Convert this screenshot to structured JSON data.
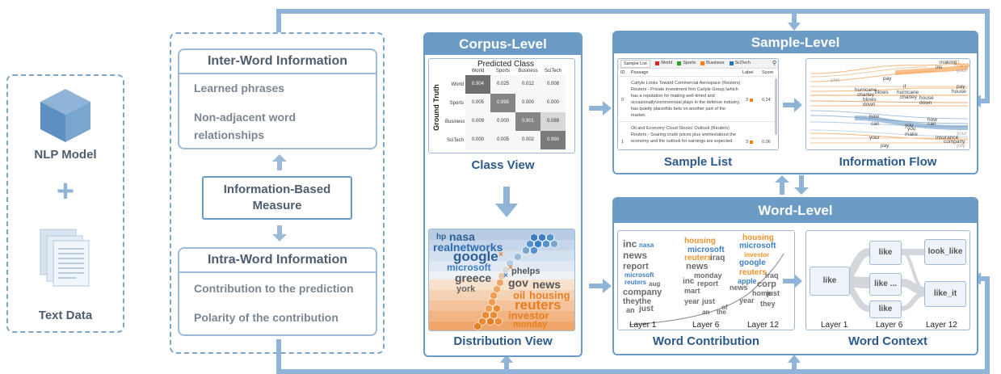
{
  "left": {
    "nlp_model_label": "NLP Model",
    "text_data_label": "Text Data",
    "plus": "+"
  },
  "measures": {
    "inter": {
      "title": "Inter-Word Information",
      "items": [
        "Learned phrases",
        "Non-adjacent word relationships"
      ]
    },
    "center": "Information-Based Measure",
    "intra": {
      "title": "Intra-Word Information",
      "items": [
        "Contribution to the prediction",
        "Polarity of the contribution"
      ]
    }
  },
  "corpus": {
    "title": "Corpus-Level",
    "class_view": {
      "caption": "Class View",
      "chart_title": "Predicted Class",
      "ylabel": "Ground Truth",
      "columns": [
        "World",
        "Sports",
        "Business",
        "SciTech"
      ],
      "rows": [
        {
          "label": "World",
          "values": [
            "0.904",
            "0.025",
            "0.012",
            "0.008"
          ]
        },
        {
          "label": "Sports",
          "values": [
            "0.005",
            "0.995",
            "0.000",
            "0.000"
          ]
        },
        {
          "label": "Business",
          "values": [
            "0.009",
            "0.000",
            "0.901",
            "0.089"
          ]
        },
        {
          "label": "SciTech",
          "values": [
            "0.000",
            "0.005",
            "0.002",
            "0.990"
          ]
        }
      ]
    },
    "distribution_view": {
      "caption": "Distribution View",
      "words": [
        "hp",
        "nasa",
        "realnetworks",
        "google",
        "microsoft",
        "greece",
        "york",
        "phelps",
        "gov",
        "news",
        "oil",
        "housing",
        "reuters",
        "investor",
        "monday"
      ]
    }
  },
  "sample": {
    "title": "Sample-Level",
    "sample_list": {
      "caption": "Sample List",
      "tab": "Sample List",
      "legend": [
        "World",
        "Sports",
        "Business",
        "SciTech"
      ],
      "legend_colors": [
        "#d62728",
        "#2ca02c",
        "#ff7f0e",
        "#1f77b4"
      ],
      "headers": [
        "ID",
        "Passage",
        "Label",
        "Score"
      ],
      "rows": [
        {
          "id": "0",
          "passage": "Carlyle Looks Toward Commercial Aerospace (Reuters) Reuters - Private investment firm Carlyle Group,\\which has a reputation for making well-timed and occasionally\\controversial plays in the defense industry, has quietly placed\\its bets on another part of the market.",
          "label": "3",
          "score": "0.24"
        },
        {
          "id": "1",
          "passage": "Oil and Economy Cloud Stocks' Outlook (Reuters) Reuters - Soaring crude prices plus worries\\about the economy and the outlook for earnings are expected",
          "label": "3",
          "score": "0.06"
        }
      ]
    },
    "information_flow": {
      "caption": "Information Flow",
      "words": [
        "making",
        "ins",
        "CL",
        "carlyle",
        "your",
        "urer",
        "pay",
        "if",
        "pay",
        "hurricane",
        "charley",
        "blows",
        "hurricane",
        "charley",
        "house",
        "blows",
        "house",
        "down",
        "down",
        "how",
        "how",
        "can",
        "can",
        "you",
        "you",
        "make",
        "your",
        "your",
        "insurance",
        "company",
        "pay",
        "pay"
      ]
    }
  },
  "word": {
    "title": "Word-Level",
    "word_contribution": {
      "caption": "Word Contribution",
      "layers": [
        "Layer 1",
        "Layer 6",
        "Layer 12"
      ],
      "col1": [
        "inc",
        "nasa",
        "news",
        "report",
        "microsoft",
        "reuters",
        "aug",
        "company",
        "they",
        "the",
        "an",
        "just"
      ],
      "col2": [
        "housing",
        "microsoft",
        "reuters",
        "iraq",
        "news",
        "monday",
        "inc",
        "report",
        "mart",
        "year",
        "just",
        "an",
        "the",
        "of"
      ],
      "col3": [
        "housing",
        "microsoft",
        "investor",
        "google",
        "reuters",
        "iraq",
        "apple",
        "corp",
        "news",
        "home",
        "just",
        "year",
        "they"
      ]
    },
    "word_context": {
      "caption": "Word Context",
      "nodes": [
        "like",
        "like",
        "like ...",
        "like",
        "look_like",
        "like_it"
      ],
      "layers": [
        "Layer 1",
        "Layer 6",
        "Layer 12"
      ]
    }
  }
}
